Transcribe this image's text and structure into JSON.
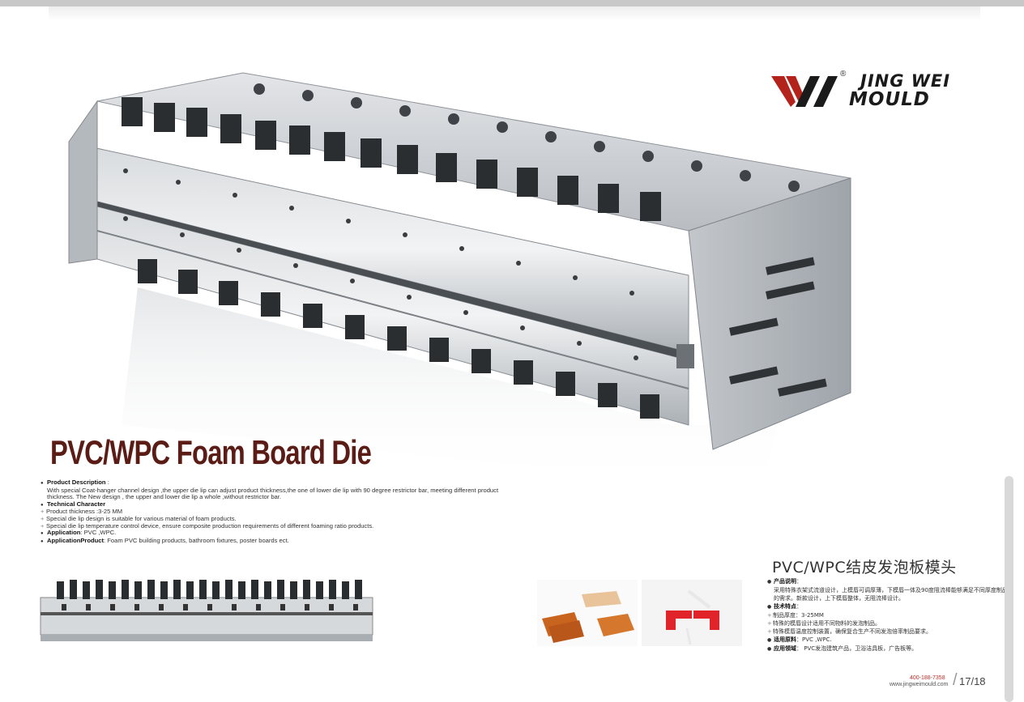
{
  "logo": {
    "reg_mark": "®",
    "line1": "JING WEI",
    "line2": "MOULD",
    "brand_color": "#b3231c"
  },
  "title": "PVC/WPC Foam Board Die",
  "en_description": {
    "product_description_label": "Product Description",
    "product_description_text": "With special Coat-hanger channel design ,the upper die lip can adjust product thickness,the one of lower die lip with 90 degree restrictor bar, meeting different product thickness. The New design , the upper and lower die lip a whole ,without restrictor bar.",
    "technical_character_label": "Technical Character",
    "technical_items": [
      "Product thickness :3-25 MM",
      "Special die lip design is suitable for various material of foam products.",
      "Special die lip temperature control device, ensure composite production requirements of different foaming ratio products."
    ],
    "application_label": "Application",
    "application_text": ": PVC ,WPC.",
    "application_product_label": "ApplicationProduct",
    "application_product_text": ": Foam PVC building products, bathroom fixtures, poster boards ect."
  },
  "cn_title": "PVC/WPC结皮发泡板模头",
  "cn_description": {
    "product_description_label": "产品说明",
    "product_description_text": "采用特殊衣架式流道设计，上模唇可调厚薄，下模唇一体及90度阻流棒能够满足不同厚度制品的需求。新款设计，上下模唇整体，无阻流棒设计。",
    "technical_label": "技术特点",
    "technical_items": [
      "制品厚度：3-25MM",
      "特殊的模唇设计适用不同物料的发泡制品。",
      "特殊模唇温度控制装置，确保复合生产不同发泡倍率制品要求。"
    ],
    "material_label": "适用原料",
    "material_text": "：PVC ,WPC.",
    "field_label": "应用领域",
    "field_text": "： PVC发泡建筑产品，卫浴洁具板，广告板等。"
  },
  "footer": {
    "phone": "400-188-7358",
    "url": "www.jingweimould.com",
    "page": "17/18"
  },
  "colors": {
    "title": "#5c1c16",
    "steel": "#c9ccd0",
    "bolt": "#2b2e31"
  }
}
